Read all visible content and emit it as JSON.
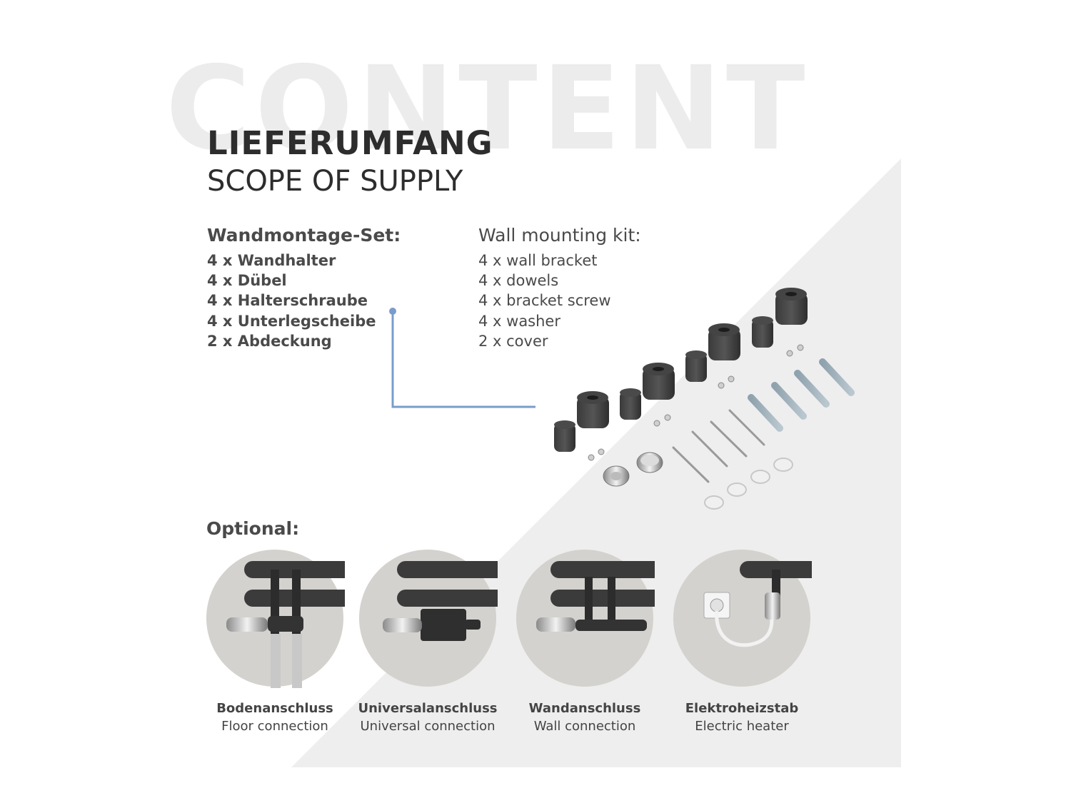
{
  "watermark": "CONTENT",
  "title": {
    "de": "LIEFERUMFANG",
    "en": "SCOPE OF SUPPLY"
  },
  "wall_kit": {
    "de_heading": "Wandmontage-Set:",
    "en_heading": "Wall mounting kit:",
    "de_items": [
      "4 x Wandhalter",
      "4 x Dübel",
      "4 x Halterschraube",
      "4 x Unterlegscheibe",
      "2 x Abdeckung"
    ],
    "en_items": [
      "4 x wall bracket",
      "4 x dowels",
      "4 x bracket screw",
      "4 x washer",
      "2 x cover"
    ]
  },
  "optional": {
    "label": "Optional:",
    "items": [
      {
        "de": "Bodenanschluss",
        "en": "Floor connection",
        "icon": "floor-connection-image"
      },
      {
        "de": "Universalanschluss",
        "en": "Universal connection",
        "icon": "universal-connection-image"
      },
      {
        "de": "Wandanschluss",
        "en": "Wall connection",
        "icon": "wall-connection-image"
      },
      {
        "de": "Elektroheizstab",
        "en": "Electric heater",
        "icon": "electric-heater-image"
      }
    ]
  },
  "colors": {
    "accent_line": "#7a9ccc",
    "triangle": "#eeeeee",
    "radiator": "#3b3b3b"
  }
}
